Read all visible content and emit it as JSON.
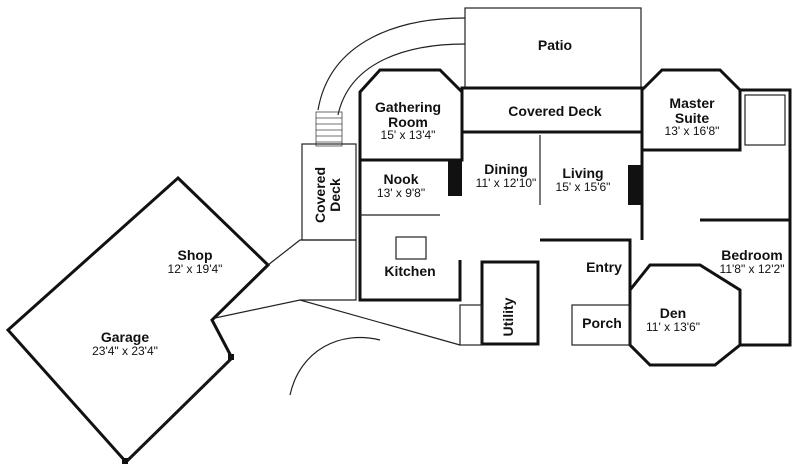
{
  "rooms": {
    "patio": {
      "name": "Patio"
    },
    "covered_deck": {
      "name": "Covered Deck"
    },
    "gathering_room": {
      "name": "Gathering Room",
      "name_line1": "Gathering",
      "name_line2": "Room",
      "size": "15' x 13'4\""
    },
    "master_suite": {
      "name_line1": "Master",
      "name_line2": "Suite",
      "size": "13' x 16'8\""
    },
    "dining": {
      "name": "Dining",
      "size": "11' x 12'10\""
    },
    "living": {
      "name": "Living",
      "size": "15' x 15'6\""
    },
    "nook": {
      "name": "Nook",
      "size": "13' x 9'8\""
    },
    "side_deck": {
      "name_line1": "Covered",
      "name_line2": "Deck"
    },
    "kitchen": {
      "name": "Kitchen"
    },
    "shop": {
      "name": "Shop",
      "size": "12' x 19'4\""
    },
    "garage": {
      "name": "Garage",
      "size": "23'4\" x 23'4\""
    },
    "entry": {
      "name": "Entry"
    },
    "utility": {
      "name": "Utility"
    },
    "porch": {
      "name": "Porch"
    },
    "den": {
      "name": "Den",
      "size": "11' x 13'6\""
    },
    "bedroom": {
      "name": "Bedroom",
      "size": "11'8\" x 12'2\""
    }
  }
}
